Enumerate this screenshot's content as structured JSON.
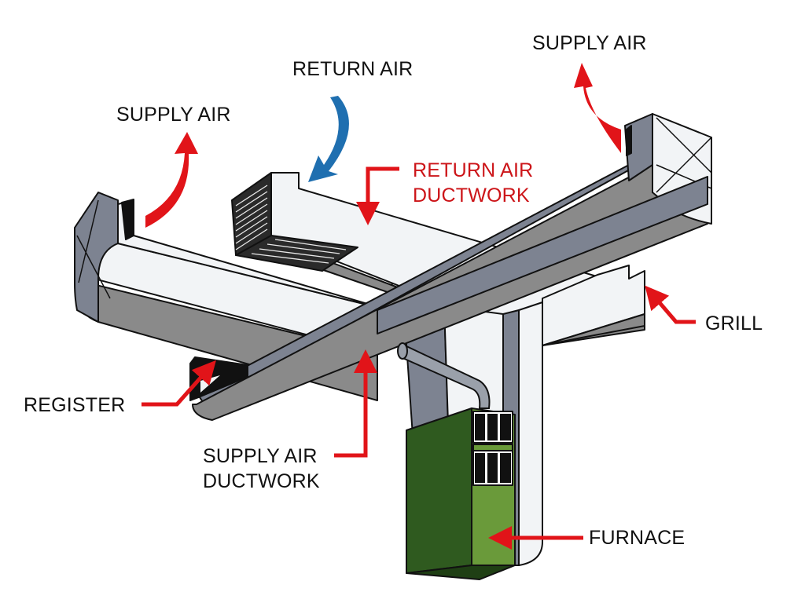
{
  "diagram": {
    "title": "Forced-air HVAC ductwork system",
    "colors": {
      "supply_arrow": "#e11419",
      "return_arrow": "#1f6fb0",
      "label_red": "#cc1418",
      "duct_gray_top": "#7d8391",
      "duct_gray_side": "#8c8c8c",
      "duct_white": "#f2f4f6",
      "furnace_dark": "#2f5a1f",
      "furnace_light": "#6a9a3a"
    },
    "labels": {
      "supply_air_left": "SUPPLY AIR",
      "return_air": "RETURN AIR",
      "supply_air_right": "SUPPLY AIR",
      "return_air_ductwork_line1": "RETURN AIR",
      "return_air_ductwork_line2": "DUCTWORK",
      "grill": "GRILL",
      "register": "REGISTER",
      "supply_air_ductwork_line1": "SUPPLY AIR",
      "supply_air_ductwork_line2": "DUCTWORK",
      "furnace": "FURNACE"
    },
    "components": [
      "supply-air-outlet-left",
      "return-air-grille",
      "supply-air-outlet-right",
      "return-air-ductwork",
      "supply-air-ductwork",
      "grill",
      "register",
      "furnace",
      "flue-pipe",
      "plenum"
    ]
  }
}
